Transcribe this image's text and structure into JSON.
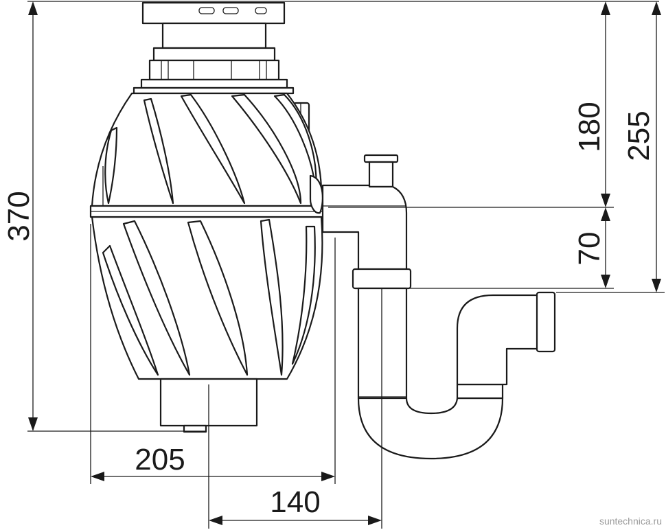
{
  "dimensions": {
    "height_total": "370",
    "height_upper": "180",
    "height_inlet": "255",
    "height_lower": "70",
    "width_body": "205",
    "width_outlet": "140"
  },
  "watermark": "suntechnica.ru"
}
